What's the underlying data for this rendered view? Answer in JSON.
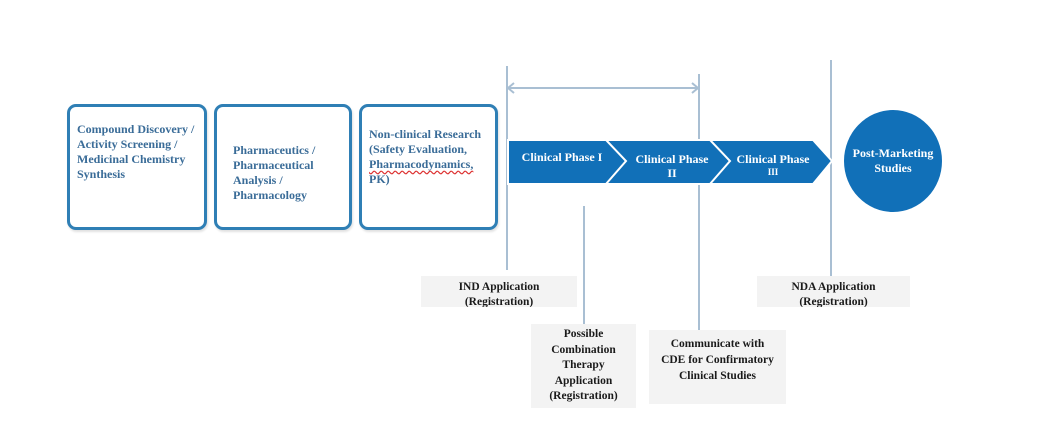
{
  "stages": [
    {
      "lines": [
        "Compound Discovery /",
        "Activity Screening /",
        "Medicinal Chemistry",
        "Synthesis"
      ]
    },
    {
      "lines": [
        "Pharmaceutics /",
        "Pharmaceutical",
        "Analysis /",
        "Pharmacology"
      ]
    },
    {
      "lines": [
        "Non-clinical Research",
        "(Safety Evaluation,",
        "Pharmacodynamics,",
        "PK)"
      ]
    }
  ],
  "phases": [
    {
      "lines": [
        "Clinical Phase I"
      ]
    },
    {
      "lines": [
        "Clinical Phase",
        "II"
      ]
    },
    {
      "lines": [
        "Clinical Phase",
        "III"
      ]
    }
  ],
  "post_marketing": {
    "lines": [
      "Post-Marketing",
      "Studies"
    ]
  },
  "notes": {
    "ind": [
      "IND Application",
      "(Registration)"
    ],
    "nda": [
      "NDA Application",
      "(Registration)"
    ],
    "combination": [
      "Possible",
      "Combination",
      "Therapy",
      "Application",
      "(Registration)"
    ],
    "cde": [
      "Communicate with",
      "CDE for Confirmatory",
      "Clinical Studies"
    ]
  },
  "colors": {
    "box_border": "#2f7fb5",
    "box_text": "#3a6c98",
    "phase_fill": "#1170b8",
    "connector": "#a9bfd3",
    "note_bg": "#f3f3f3"
  }
}
